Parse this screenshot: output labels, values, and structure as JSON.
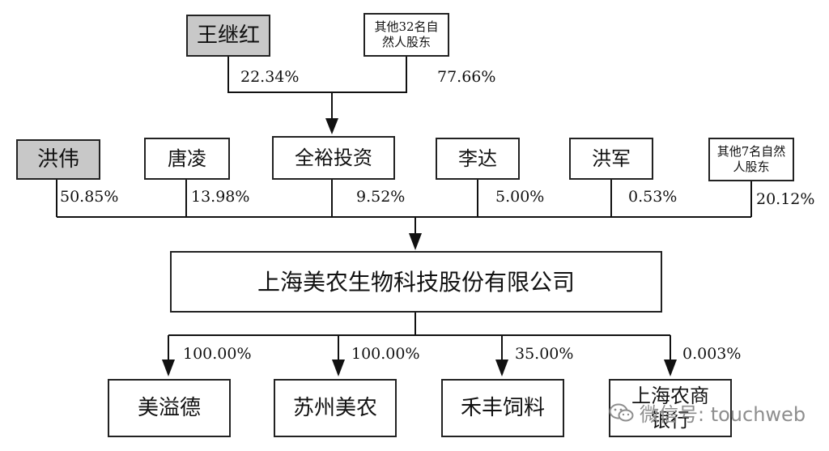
{
  "top": {
    "person": "王继红",
    "others": "其他32名自然人股东",
    "pct_person": "22.34%",
    "pct_others": "77.66%"
  },
  "shareholders": [
    {
      "name": "洪伟",
      "pct": "50.85%"
    },
    {
      "name": "唐凌",
      "pct": "13.98%"
    },
    {
      "name": "全裕投资",
      "pct": "9.52%"
    },
    {
      "name": "李达",
      "pct": "5.00%"
    },
    {
      "name": "洪军",
      "pct": "0.53%"
    },
    {
      "name": "其他7名自然人股东",
      "pct": "20.12%"
    }
  ],
  "company": "上海美农生物科技股份有限公司",
  "subsidiaries": [
    {
      "name": "美溢德",
      "pct": "100.00%"
    },
    {
      "name": "苏州美农",
      "pct": "100.00%"
    },
    {
      "name": "禾丰饲料",
      "pct": "35.00%"
    },
    {
      "name": "上海农商银行",
      "pct": "0.003%"
    }
  ],
  "watermark": "微信号: touchweb"
}
